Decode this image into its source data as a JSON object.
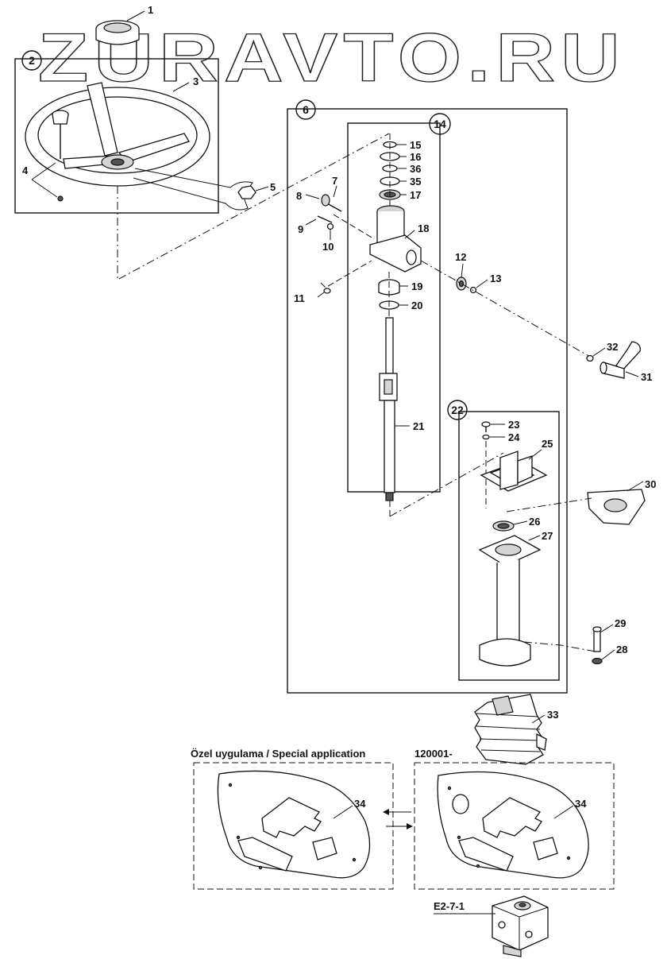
{
  "watermark": "ZURAVTO.RU",
  "groups": {
    "g2": "2",
    "g6": "6",
    "g14": "14",
    "g22": "22"
  },
  "parts": {
    "p1": "1",
    "p3": "3",
    "p4": "4",
    "p5": "5",
    "p7": "7",
    "p8": "8",
    "p9": "9",
    "p10": "10",
    "p11": "11",
    "p12": "12",
    "p13": "13",
    "p15": "15",
    "p16": "16",
    "p17": "17",
    "p18": "18",
    "p19": "19",
    "p20": "20",
    "p21": "21",
    "p23": "23",
    "p24": "24",
    "p25": "25",
    "p26": "26",
    "p27": "27",
    "p28": "28",
    "p29": "29",
    "p30": "30",
    "p31": "31",
    "p32": "32",
    "p33": "33",
    "p34a": "34",
    "p34b": "34",
    "p35": "35",
    "p36": "36"
  },
  "captions": {
    "special": "Özel uygulama / Special application",
    "serial": "120001-",
    "ref": "E2-7-1"
  }
}
